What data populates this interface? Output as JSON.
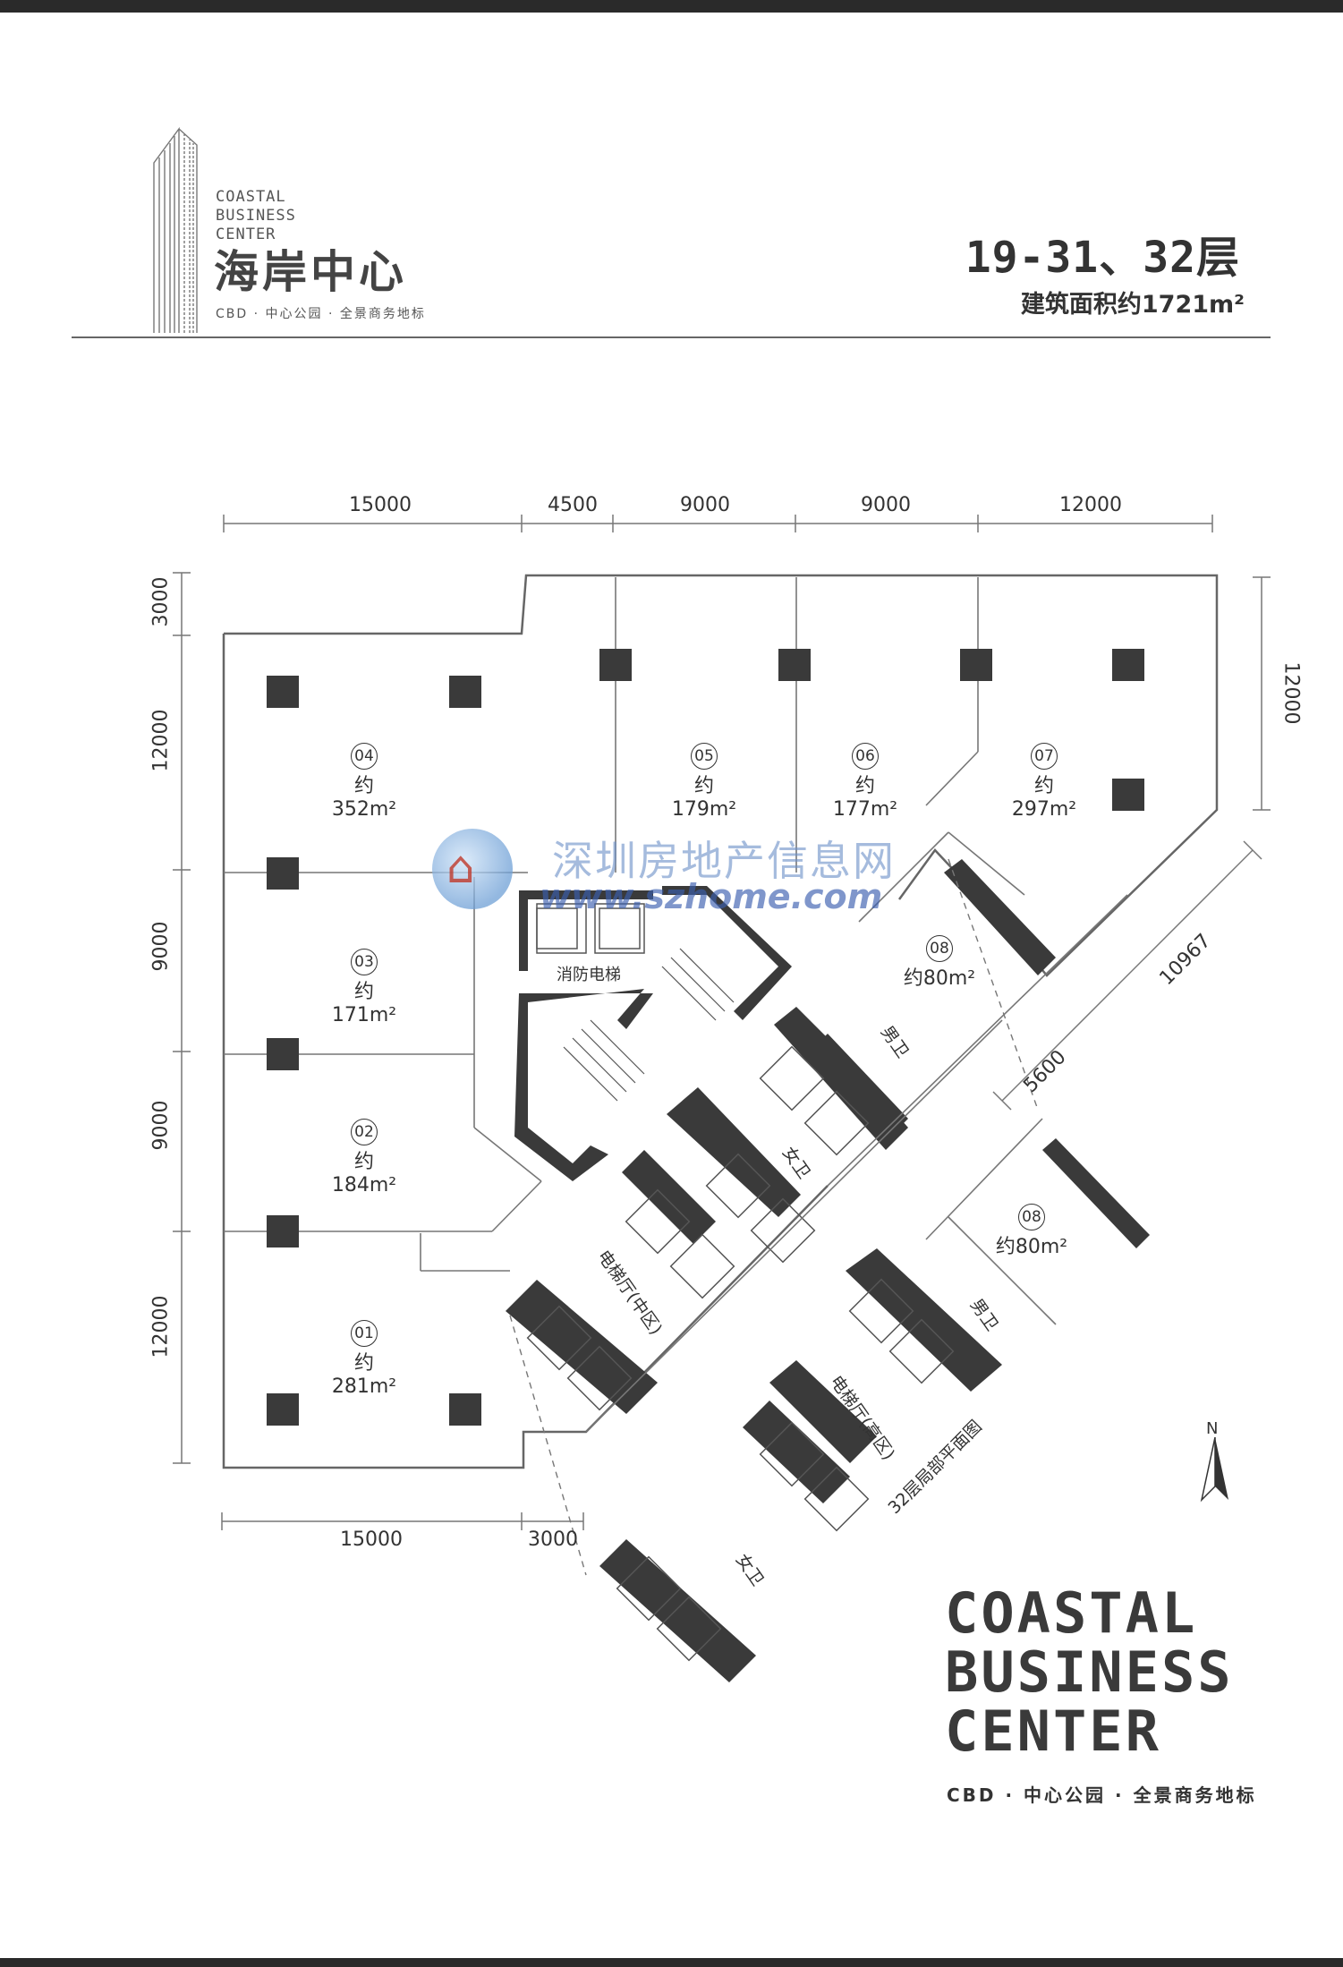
{
  "header": {
    "logo_en": [
      "COASTAL",
      "BUSINESS",
      "CENTER"
    ],
    "logo_cn": "海岸中心",
    "logo_tagline": "CBD · 中心公园 · 全景商务地标",
    "floor_title": "19-31、32层",
    "floor_area": "建筑面积约1721m²"
  },
  "dimensions": {
    "top": [
      "15000",
      "4500",
      "9000",
      "9000",
      "12000"
    ],
    "left": [
      "3000",
      "12000",
      "9000",
      "9000",
      "12000"
    ],
    "right": "12000",
    "bottom": [
      "15000",
      "3000"
    ],
    "diagonal_a": "10967",
    "diagonal_b": "5600"
  },
  "units": [
    {
      "no": "04",
      "area": "约352m²"
    },
    {
      "no": "05",
      "area": "约179m²"
    },
    {
      "no": "06",
      "area": "约177m²"
    },
    {
      "no": "07",
      "area": "约297m²"
    },
    {
      "no": "03",
      "area": "约171m²"
    },
    {
      "no": "02",
      "area": "约184m²"
    },
    {
      "no": "01",
      "area": "约281m²"
    },
    {
      "no": "08",
      "area": "约80m²"
    },
    {
      "no": "08",
      "area": "约80m²"
    }
  ],
  "labels": {
    "fire_elevator": "消防电梯",
    "lobby_mid": "电梯厅(中区)",
    "lobby_high": "电梯厅(高区)",
    "male_wc": "男卫",
    "female_wc": "女卫",
    "partial_32": "32层局部平面图",
    "north": "N"
  },
  "watermark": {
    "cn": "深圳房地产信息网",
    "en": "www.szhome.com"
  },
  "brand": {
    "lines": [
      "COASTAL",
      "BUSINESS",
      "CENTER"
    ],
    "tagline": "CBD · 中心公园 · 全景商务地标"
  },
  "colors": {
    "wall": "#3a3a3a",
    "line": "#777777",
    "watermark_blue": "#3b5fb0",
    "watermark_red": "#c0392b"
  }
}
